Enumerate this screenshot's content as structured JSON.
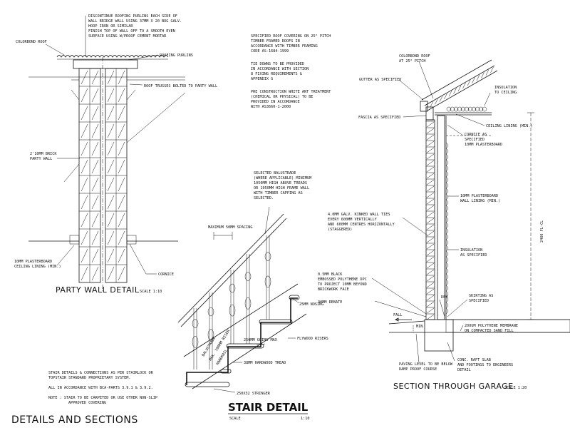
{
  "party_wall": {
    "notes": {
      "discontinue": [
        "DISCONTINUE ROOFING PURLINS EACH SIDE OF",
        "WALL BRIDGE WALL USING 37MM X 20 BUG GALV.",
        "HOOP IRON OR SIMILAR",
        "FINISH TOP OF WALL OFF TO A SMOOTH EVEN",
        "SURFACE USING W/PROOF CEMENT MORTAR"
      ],
      "colorbond": "COLORBOND ROOF",
      "purlins": "ROOFING PURLINS",
      "trusses": "ROOF TRUSSES BOLTED TO PARTY WALL",
      "brick": [
        "2'10MM BRICK",
        "PARTY WALL"
      ],
      "plasterboard": [
        "10MM PLASTERBOARD",
        "CEILING LINING (MIN.)"
      ],
      "cornice": "CORNICE"
    },
    "title": "PARTY WALL DETAIL",
    "scale": "SCALE 1:10"
  },
  "spec_notes": [
    [
      "SPECIFIED ROOF COVERING ON 25° PITCH",
      "TIMBER FRAMED ROOFS IN",
      "ACCORDANCE WITH TIMBER FRAMING",
      "CODE AS-1684-1999"
    ],
    [
      "TIE DOWNS TO BE PROVIDED",
      "IN ACCORDANCE WITH SECTION",
      "8 FIXING REQUIREMENTS &",
      "APPENDIX G"
    ],
    [
      "PRE CONSTRUCTION WHITE ANT TREATMENT",
      "(CHEMICAL OR PHYSICAL) TO BE",
      "PROVIDED IN ACCORDANCE",
      "WITH AS3660-1-2000"
    ]
  ],
  "stair": {
    "notes": {
      "balustrade": [
        "SELECTED BALUSTRADE",
        "(WHERE APPLICABLE) MINIMUM",
        "1050MM HIGH ABOVE TREADS",
        "OR 1050MM HIGH FRAME WALL",
        "WITH TIMBER CAPPING AS",
        "SELECTED."
      ],
      "spacing": "MAXIMUM 50MM SPACING",
      "nosing": "25MM NOSING",
      "going": "250MM GOING MAX",
      "risers": "FLYWOOD RISERS",
      "tread": "38MM HARDWOOD TREAD",
      "stringer": "250X32 STRINGER",
      "going_vert": "BALUSTRADE",
      "riser_vert": "MAX. 190MM RISER",
      "rail_vert": "HANDRAIL"
    },
    "bottom_notes": [
      [
        "STAIR DETAILS & CONNECTIONS AS PER STAIRLOCK OR",
        "TOPSTAIR STANDARD PROPRIETARY SYSTEM."
      ],
      [
        "ALL IN ACCORDANCE WITH BCA-PARTS 3.9.1 & 3.9.2."
      ],
      [
        "NOTE : STAIR TO BE CARPETED OR USE OTHER NON-SLIP",
        "APPROVED COVERING"
      ]
    ],
    "title": "STAIR DETAIL",
    "scale_label": "SCALE",
    "scale": "1:10"
  },
  "garage": {
    "notes": {
      "colorbond": [
        "COLORBOND ROOF",
        "AT 25° PITCH"
      ],
      "gutter": "GUTTER AS SPECIFIED",
      "insulation_ceiling": [
        "INSULATION",
        "TO CEILING"
      ],
      "fascia": "FASCIA AS SPECIFIED",
      "ceiling": "CEILING LINING (MIN.)",
      "cornice": [
        "CORNICE AS",
        "SPECIFIED",
        "10MM PLASTERBOARD"
      ],
      "wall_lining": [
        "10MM PLASTERBOARD",
        "WALL LINING (MIN.)"
      ],
      "ties": [
        "4.0MM GALV. KINKED WALL TIES",
        "EVERY 600MM VERTICALLY",
        "AND 600MM CENTRES HORIZONTALLY",
        "(STAGGERED)"
      ],
      "height": "2400 FL-CL",
      "insulation": [
        "INSULATION",
        "AS SPECIFIED"
      ],
      "dpc": [
        "0.5MM BLACK",
        "EMBOSSED POLYTHENE DPC",
        "TO PROJECT 10MM BEYOND",
        "BRICKWORK FACE"
      ],
      "dpm": "DPM",
      "skirting": [
        "SKIRTING AS",
        "SPECIFIED"
      ],
      "rebate": "30MM REBATE",
      "membrane": [
        "200UM POLYTHENE MEMBRANE",
        "ON COMPACTED SAND FILL"
      ],
      "fall": "FALL",
      "min": "MIN",
      "paving": [
        "PAVING LEVEL TO BE BELOW",
        "DAMP PROOF COURSE"
      ],
      "slab": [
        "CONC. RAFT SLAB",
        "AND FOOTINGS TO ENGINEERS",
        "DETAIL"
      ]
    },
    "title": "SECTION THROUGH GARAGE",
    "scale": "SCALE 1:20"
  },
  "sheet_title": "DETAILS AND SECTIONS"
}
